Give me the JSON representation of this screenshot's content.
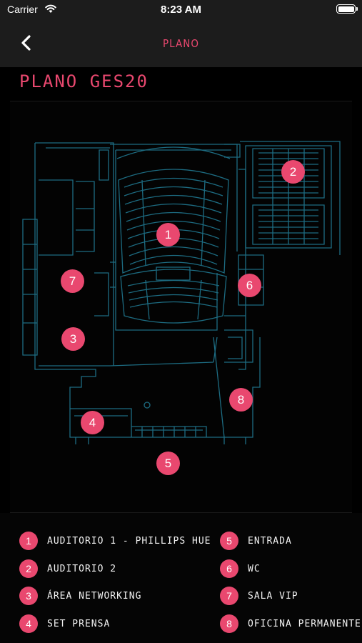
{
  "status_bar": {
    "carrier": "Carrier",
    "time": "8:23 AM"
  },
  "nav": {
    "title": "PLANO",
    "back_icon": "chevron-left-icon"
  },
  "section": {
    "title": "PLANO GES20"
  },
  "colors": {
    "accent": "#e9486f",
    "blueprint": "#1d6c82",
    "background": "#000000"
  },
  "map": {
    "markers": [
      "1",
      "2",
      "3",
      "4",
      "5",
      "6",
      "7",
      "8"
    ]
  },
  "legend": {
    "items": [
      {
        "number": "1",
        "label": "AUDITORIO 1 - PHILLIPS HUE"
      },
      {
        "number": "2",
        "label": "AUDITORIO 2"
      },
      {
        "number": "3",
        "label": "ÁREA NETWORKING"
      },
      {
        "number": "4",
        "label": "SET PRENSA"
      },
      {
        "number": "5",
        "label": "ENTRADA"
      },
      {
        "number": "6",
        "label": "WC"
      },
      {
        "number": "7",
        "label": "SALA VIP"
      },
      {
        "number": "8",
        "label": "OFICINA PERMANENTE"
      }
    ]
  }
}
